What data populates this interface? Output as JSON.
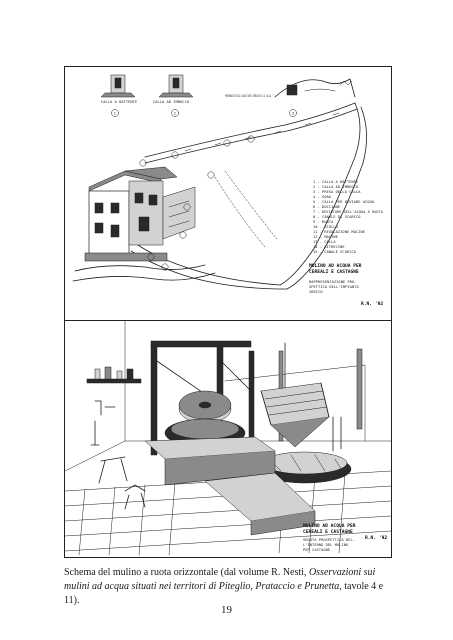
{
  "figure1": {
    "labels": {
      "calla_battente": "CALLA A BATTENTE",
      "calla_imbocco": "CALLA AD IMBOCCO",
      "profondita": "PROFONDITÀ DELLE ACQUE DOVE CONFLUISCE LA CALLA",
      "marker_1": "1",
      "marker_2": "2",
      "marker_3": "3"
    },
    "legend": [
      "1 - CALLA A BATTENTE",
      "2 - CALLA AD IMBOCCO",
      "3 - PRESA DELLA CALLA",
      "4 - GORA",
      "5 - CALLA PER DEVIARE ACQUA",
      "6 - DOCCIONE",
      "7 - DEVIATORE DELL'ACQUA A RUOTA",
      "8 - CANALE DI SCARICO",
      "9 - RUOTA",
      "10 - STOLLO",
      "11 - REGOLAZIONE MACINE",
      "12 - MACINE",
      "13 - CALLA",
      "14 - RITRECINE",
      "15 - CANALE SCARICO"
    ],
    "title_lines": [
      "MULINO AD ACQUA PER",
      "CEREALI E CASTAGNE"
    ],
    "subtitle_lines": [
      "RAPPRESENTAZIONE PRO-",
      "SPETTICA DELL'IMPIANTO",
      "IDRICO"
    ],
    "signature": "R.N. '92"
  },
  "figure2": {
    "title_lines": [
      "MULINO AD ACQUA PER",
      "CEREALI E CASTAGNE"
    ],
    "subtitle_lines": [
      "VEDUTA PROSPETTICA DEL-",
      "L'INTERNO DEL MULINO",
      "PER CASTAGNE"
    ],
    "signature": "R.N. '92"
  },
  "caption": {
    "part1": "Schema del mulino a ruota orizzontale (dal volume R. Nesti, ",
    "title": "Osservazioni sui mulini ad acqua situati nei territori di Piteglio, Prataccio e Prunetta",
    "part2": ", tavole 4 e 11)."
  },
  "page_number": "19"
}
